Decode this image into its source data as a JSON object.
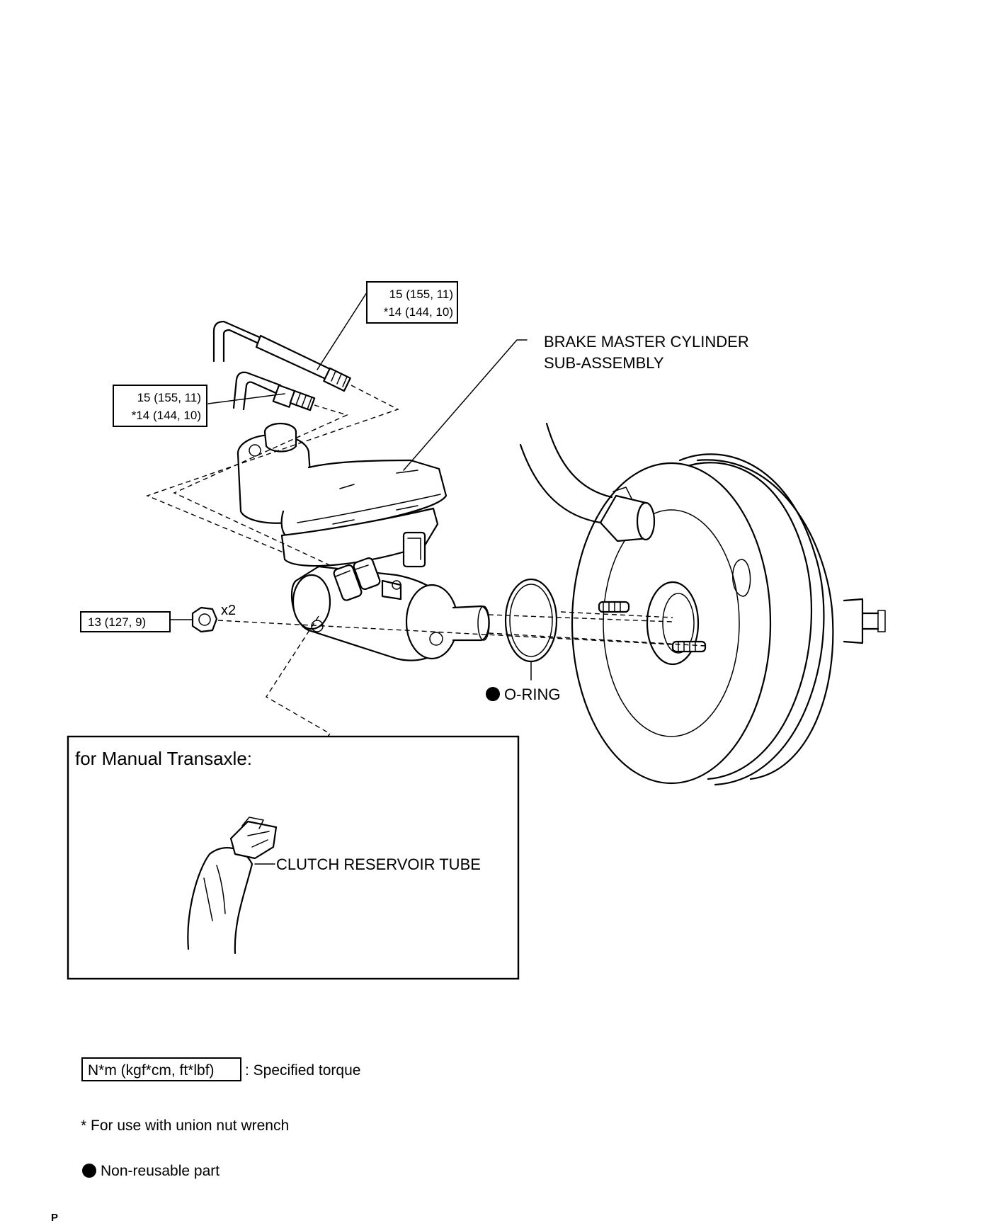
{
  "callouts": {
    "upper_line": {
      "torque": "15 (155, 11)",
      "torque_alt": "*14 (144, 10)"
    },
    "lower_line": {
      "torque": "15 (155, 11)",
      "torque_alt": "*14 (144, 10)"
    },
    "nut": {
      "torque": "13 (127, 9)",
      "quantity": "x2"
    }
  },
  "parts": {
    "master_cylinder_line1": "BRAKE MASTER CYLINDER",
    "master_cylinder_line2": "SUB-ASSEMBLY",
    "o_ring": "O-RING",
    "clutch_tube": "CLUTCH RESERVOIR TUBE"
  },
  "inset": {
    "title": "for Manual Transaxle:"
  },
  "legend": {
    "torque_format": "N*m (kgf*cm, ft*lbf)",
    "torque_desc": ": Specified torque",
    "union_note": "* For use with union nut wrench",
    "non_reusable": "Non-reusable part"
  },
  "page_code": "P"
}
